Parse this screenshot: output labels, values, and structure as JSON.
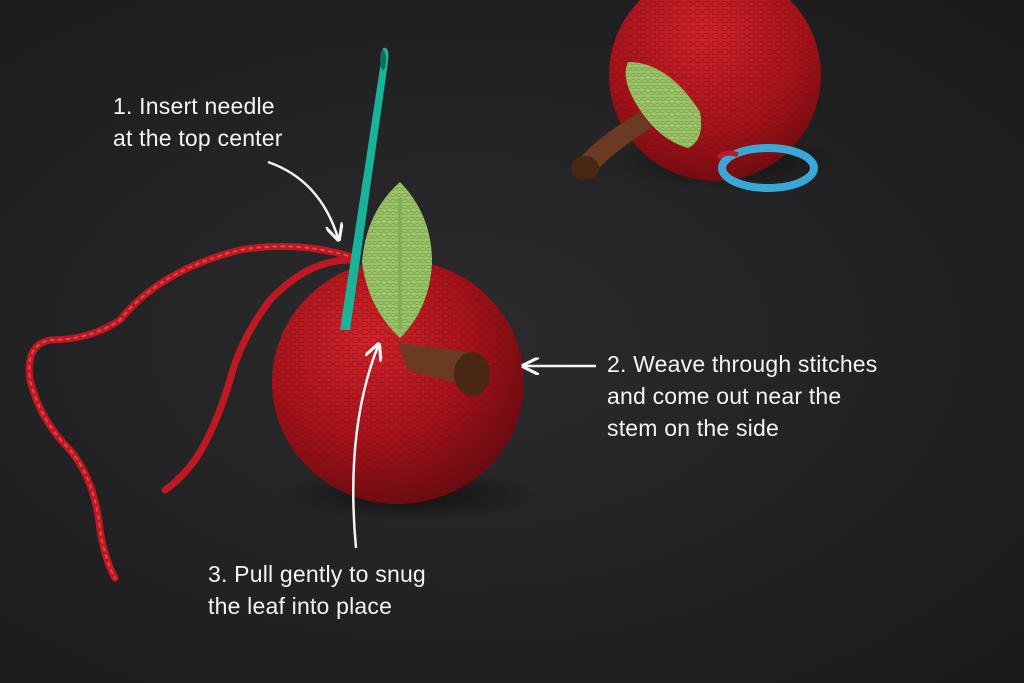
{
  "annotations": {
    "step1": [
      "1. Insert needle",
      "at the top center"
    ],
    "step2": [
      "2. Weave through stitches",
      "and come out near the",
      "stem on the side"
    ],
    "step3": [
      "3. Pull gently to snug",
      "the leaf into place"
    ]
  },
  "colors": {
    "background": "#232325",
    "apple_red": "#b3141c",
    "leaf_green": "#9cc46a",
    "stem_brown": "#6b3a22",
    "needle_teal": "#19b39a",
    "marker_blue": "#3aa7d6",
    "yarn_red": "#c01820",
    "annotation_text": "#f4f4f4"
  },
  "icons": [
    "crochet-apple-main",
    "crochet-apple-background",
    "tapestry-needle",
    "stitch-marker",
    "yarn-tail"
  ]
}
